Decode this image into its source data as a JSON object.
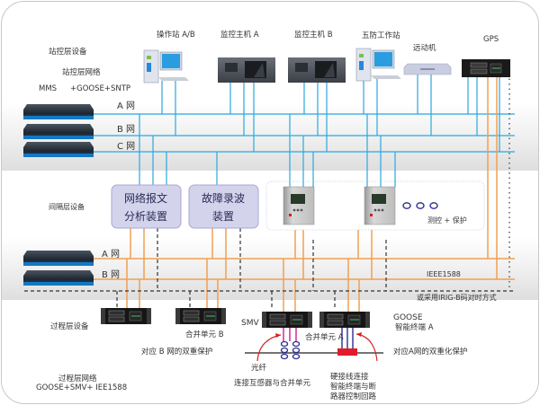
{
  "layers": {
    "station_device": "站控层设备",
    "station_network": "站控层网络",
    "station_protocol_left": "MMS",
    "station_protocol_right": "+GOOSE+SNTP",
    "bay_device": "间隔层设备",
    "process_device": "过程层设备",
    "process_network": "过程层网络",
    "process_protocol": "GOOSE+SMV+ IEE1588"
  },
  "station_devices": {
    "operator_station": "操作站 A/B",
    "monitor_host_a": "监控主机 A",
    "monitor_host_b": "监控主机 B",
    "five_defense_station": "五防工作站",
    "telecontrol": "远动机",
    "gps": "GPS"
  },
  "station_networks": {
    "a": "A 网",
    "b": "B 网",
    "c": "C 网"
  },
  "bay_devices": {
    "network_analyzer_line1": "网络报文",
    "network_analyzer_line2": "分析装置",
    "fault_recorder_line1": "故障录波",
    "fault_recorder_line2": "装置",
    "ellipsis": "ooo",
    "measure_protect": "测控 + 保护"
  },
  "process_networks": {
    "a": "A 网",
    "b": "B 网",
    "sync": "IEEE1588",
    "irig": "或采用IRIG-B码对时方式"
  },
  "process_devices": {
    "merging_unit_b": "合并单元 B",
    "b_dual_protection": "对应 B 网的双重保护",
    "smv": "SMV",
    "merging_unit_a": "合并单元 A",
    "goose": "GOOSE",
    "smart_terminal_a": "智能终端 A",
    "a_dual_protection": "对应A网的双重化保护",
    "fiber": "光纤",
    "connect_ct": "连接互感器与合并单元",
    "hardwire_line1": "硬接线连接",
    "hardwire_line2": "智能终端与断",
    "hardwire_line3": "路器控制回路"
  },
  "colors": {
    "station_line": "#29a8e0",
    "process_line": "#f0a050",
    "band": "#e6e6e6",
    "box_fill": "#d4d3ec",
    "box_stroke": "#a9a7d6",
    "fiber": "#d92020",
    "coil": "#2b2f8f"
  }
}
